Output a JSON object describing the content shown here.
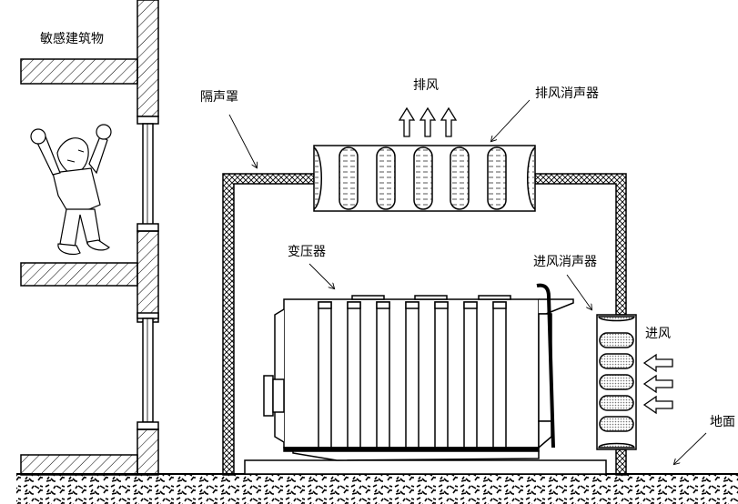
{
  "title": "变压器隔声罩降噪示意图",
  "labels": {
    "building": "敏感建筑物",
    "enclosure": "隔声罩",
    "exhaust": "排风",
    "exhaust_silencer": "排风消声器",
    "transformer": "变压器",
    "intake_silencer": "进风消声器",
    "intake": "进风",
    "ground": "地面"
  },
  "colors": {
    "ink": "#000000",
    "paper": "#ffffff",
    "fill_gray": "#e0e0e0"
  },
  "icons": [
    "person-covering-ears",
    "up-arrow-icon",
    "left-arrow-icon",
    "hatch-wall",
    "ground-gravel"
  ]
}
